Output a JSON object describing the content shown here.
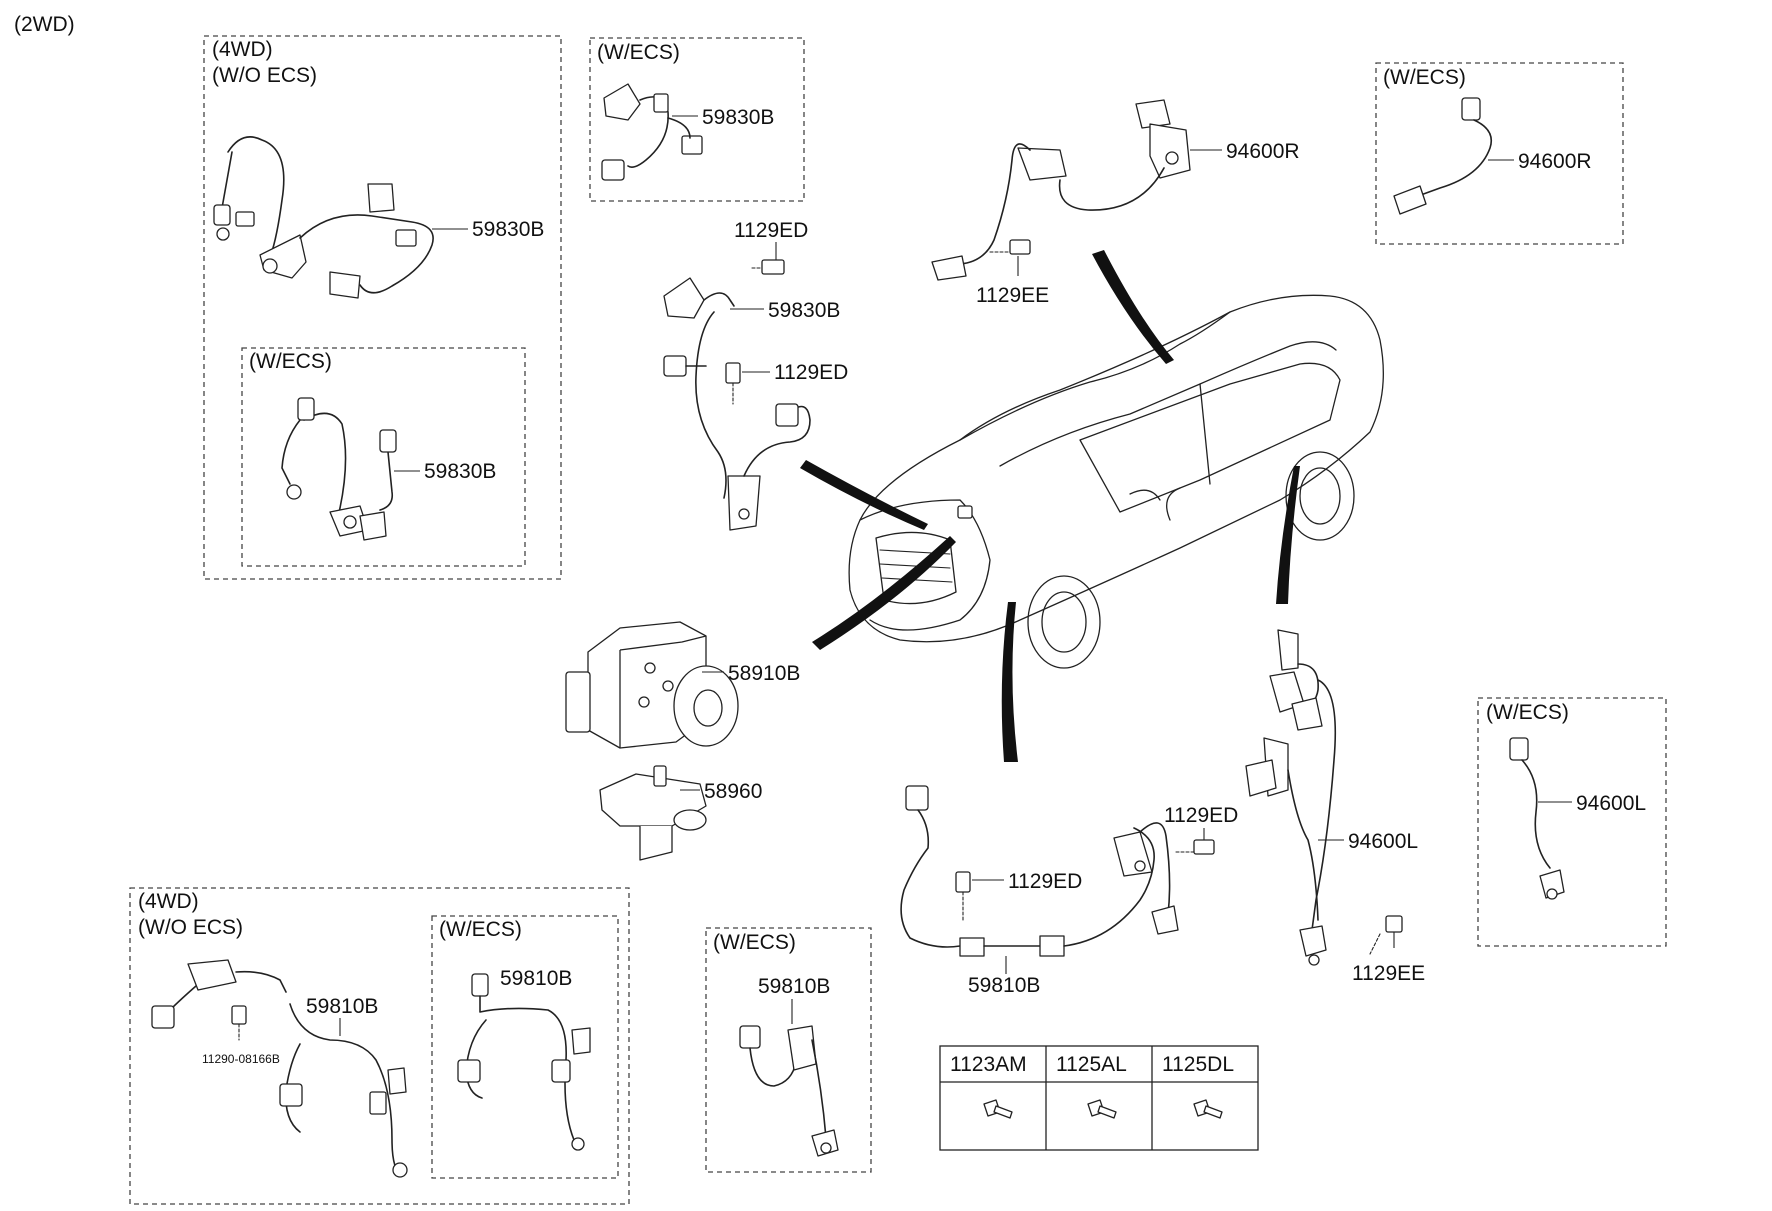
{
  "header": {
    "variant": "(2WD)"
  },
  "groups": {
    "top_left_outer": {
      "line1": "(4WD)",
      "line2": "(W/O ECS)",
      "part": "59830B"
    },
    "top_left_inner": {
      "title": "(W/ECS)",
      "part": "59830B"
    },
    "top_center": {
      "title": "(W/ECS)",
      "part": "59830B"
    },
    "top_right": {
      "title": "(W/ECS)",
      "part": "94600R"
    },
    "right_mid": {
      "title": "(W/ECS)",
      "part": "94600L"
    },
    "bottom_left_outer": {
      "line1": "(4WD)",
      "line2": "(W/O ECS)",
      "part": "59810B",
      "bolt": "11290-08166B"
    },
    "bottom_left_inner": {
      "title": "(W/ECS)",
      "part": "59810B"
    },
    "bottom_center": {
      "title": "(W/ECS)",
      "part": "59810B"
    }
  },
  "main_labels": {
    "front_sensor_bolt_top": "1129ED",
    "front_sensor": "59830B",
    "front_sensor_bolt_mid": "1129ED",
    "rear_sensor_r": "94600R",
    "rear_bolt_r": "1129EE",
    "hecu": "58910B",
    "bracket": "58960",
    "front_sensor_l_bolt_top": "1129ED",
    "front_sensor_l_bolt_mid": "1129ED",
    "front_sensor_l": "59810B",
    "rear_sensor_l": "94600L",
    "rear_bolt_l": "1129EE"
  },
  "fastener_table": {
    "headers": [
      "1123AM",
      "1125AL",
      "1125DL"
    ]
  }
}
